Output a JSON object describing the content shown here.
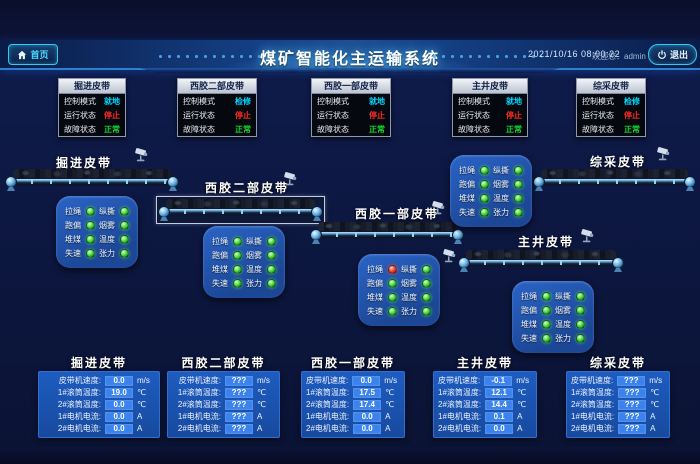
{
  "header": {
    "home_label": "首页",
    "title": "煤矿智能化主运输系统",
    "datetime": "2021/10/16 08:00:22",
    "welcome_label": "欢迎您：",
    "username": "admin",
    "welcome_text": "欢迎您：admin",
    "logout_label": "退出"
  },
  "status_row_labels": {
    "control": "控制模式",
    "run": "运行状态",
    "fault": "故障状态"
  },
  "status_panels": [
    {
      "title": "掘进皮带",
      "control": "就地",
      "run": "停止",
      "fault": "正常"
    },
    {
      "title": "西胶二部皮带",
      "control": "检修",
      "run": "停止",
      "fault": "正常"
    },
    {
      "title": "西胶一部皮带",
      "control": "就地",
      "run": "停止",
      "fault": "正常"
    },
    {
      "title": "主井皮带",
      "control": "就地",
      "run": "停止",
      "fault": "正常"
    },
    {
      "title": "综采皮带",
      "control": "检修",
      "run": "停止",
      "fault": "正常"
    }
  ],
  "sensor_labels": [
    "拉绳",
    "纵撕",
    "跑偏",
    "烟雾",
    "堆煤",
    "温度",
    "失速",
    "张力"
  ],
  "belts": [
    {
      "name": "掘进皮带",
      "sensors": [
        "ok",
        "ok",
        "ok",
        "ok",
        "ok",
        "ok",
        "ok",
        "ok"
      ]
    },
    {
      "name": "西胶二部皮带",
      "sensors": [
        "ok",
        "ok",
        "ok",
        "ok",
        "ok",
        "ok",
        "ok",
        "ok"
      ]
    },
    {
      "name": "西胶一部皮带",
      "sensors": [
        "alarm",
        "ok",
        "ok",
        "ok",
        "ok",
        "ok",
        "ok",
        "ok"
      ]
    },
    {
      "name": "主井皮带",
      "sensors": [
        "ok",
        "ok",
        "ok",
        "ok",
        "ok",
        "ok",
        "ok",
        "ok"
      ]
    },
    {
      "name": "综采皮带",
      "sensors": [
        "ok",
        "ok",
        "ok",
        "ok",
        "ok",
        "ok",
        "ok",
        "ok"
      ]
    }
  ],
  "bottom_row_labels": [
    "皮带机速度:",
    "1#滚筒温度:",
    "2#滚筒温度:",
    "1#电机电流:",
    "2#电机电流:"
  ],
  "bottom_units": [
    "m/s",
    "℃",
    "℃",
    "A",
    "A"
  ],
  "bottom_panels": [
    {
      "title": "掘进皮带",
      "values": [
        "0.0",
        "19.0",
        "0.0",
        "0.0",
        "0.0"
      ]
    },
    {
      "title": "西胶二部皮带",
      "values": [
        "???",
        "???",
        "???",
        "???",
        "???"
      ]
    },
    {
      "title": "西胶一部皮带",
      "values": [
        "0.0",
        "17.5",
        "17.4",
        "0.0",
        "0.0"
      ]
    },
    {
      "title": "主井皮带",
      "values": [
        "-0.1",
        "12.1",
        "14.4",
        "0.1",
        "0.0"
      ]
    },
    {
      "title": "综采皮带",
      "values": [
        "???",
        "???",
        "???",
        "???",
        "???"
      ]
    }
  ],
  "colors": {
    "accent_cyan": "#00d8ff",
    "alarm_red": "#ff2b20",
    "ok_green": "#12d930",
    "sensor_panel_blue": "#2257ae",
    "value_box_blue": "#3b82ec",
    "header_blue": "#1d5093"
  }
}
